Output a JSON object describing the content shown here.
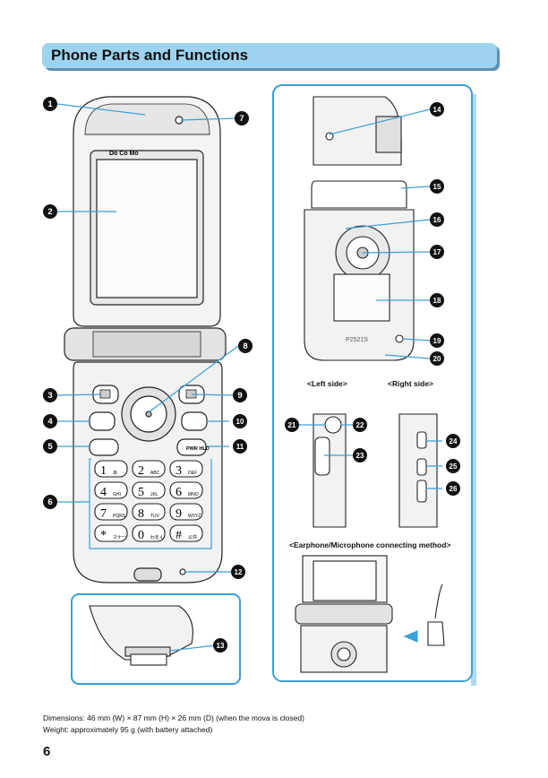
{
  "page_title": "Phone Parts and Functions",
  "brand_logo": "Do Co Mo",
  "model_label": "P2521S",
  "captions": {
    "left_side": "<Left side>",
    "right_side": "<Right side>",
    "earphone": "<Earphone/Microphone connecting method>"
  },
  "keypad": [
    {
      "num": "1",
      "sub": "あ"
    },
    {
      "num": "2",
      "sub": "ABC"
    },
    {
      "num": "3",
      "sub": "DEF"
    },
    {
      "num": "4",
      "sub": "GHI"
    },
    {
      "num": "5",
      "sub": "JKL"
    },
    {
      "num": "6",
      "sub": "MNO"
    },
    {
      "num": "7",
      "sub": "PQRS"
    },
    {
      "num": "8",
      "sub": "TUV"
    },
    {
      "num": "9",
      "sub": "WXYZ"
    },
    {
      "num": "*",
      "sub": "マナー"
    },
    {
      "num": "0",
      "sub": "わをん"
    },
    {
      "num": "#",
      "sub": "公共"
    }
  ],
  "keys": {
    "pwr_label": "PWR HLD"
  },
  "markers": [
    "1",
    "2",
    "3",
    "4",
    "5",
    "6",
    "7",
    "8",
    "9",
    "10",
    "11",
    "12",
    "13",
    "14",
    "15",
    "16",
    "17",
    "18",
    "19",
    "20",
    "21",
    "22",
    "23",
    "24",
    "25",
    "26"
  ],
  "footer": {
    "dimensions": "Dimensions: 46 mm (W)  ×  87 mm (H)  ×  26 mm (D) (when the mova is closed)",
    "weight": "Weight: approximately 95 g (with battery attached)"
  },
  "page_number": "6",
  "colors": {
    "title_bg": "#9ed3f0",
    "frame_border": "#3aa0d8",
    "marker_bg": "#111111"
  }
}
